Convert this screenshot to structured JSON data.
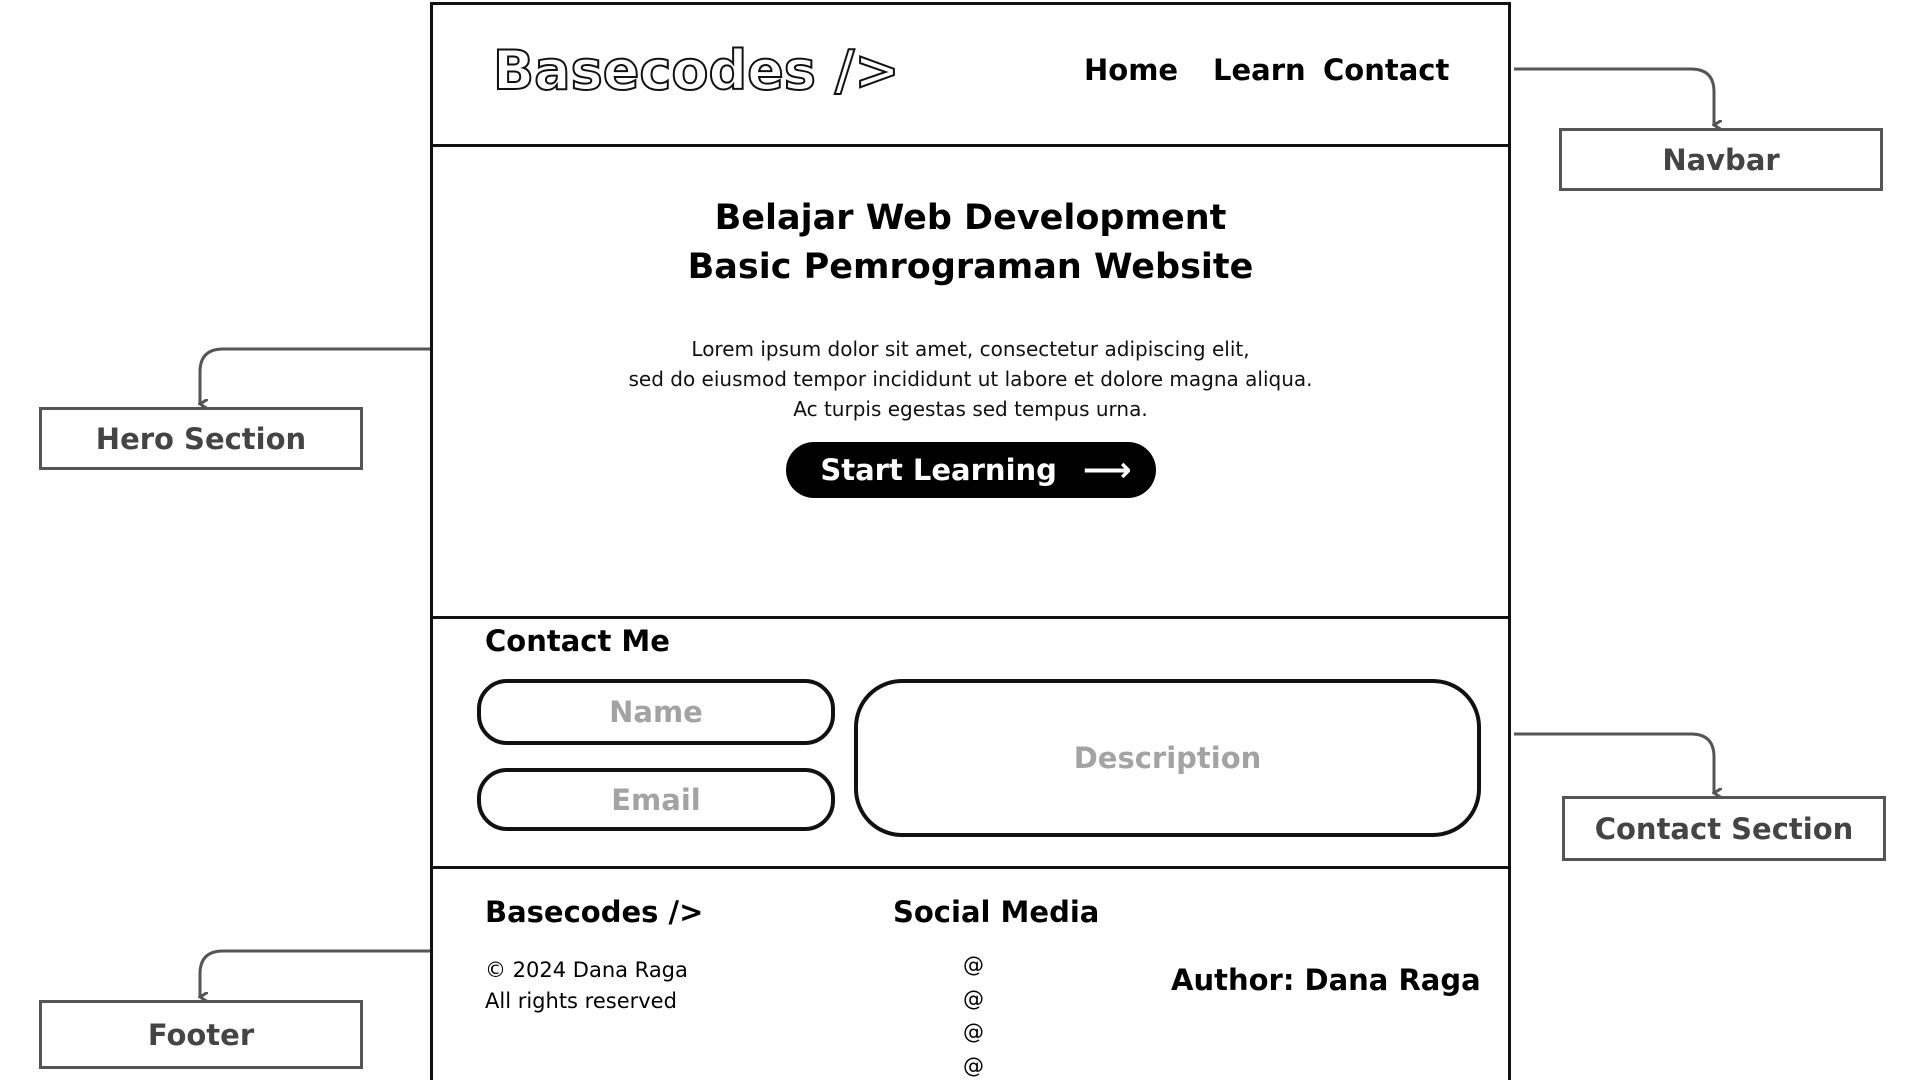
{
  "wireframe": {
    "navbar": {
      "logo": "Basecodes />",
      "links": [
        "Home",
        "Learn",
        "Contact"
      ]
    },
    "hero": {
      "title_line1": "Belajar Web Development",
      "title_line2": "Basic Pemrograman Website",
      "text_line1": "Lorem ipsum dolor sit amet, consectetur adipiscing elit,",
      "text_line2": "sed do eiusmod tempor incididunt ut labore et dolore magna aliqua.",
      "text_line3": "Ac turpis egestas sed tempus urna.",
      "cta_label": "Start Learning",
      "cta_icon": "arrow-right-icon"
    },
    "contact": {
      "title": "Contact Me",
      "name_placeholder": "Name",
      "email_placeholder": "Email",
      "description_placeholder": "Description"
    },
    "footer": {
      "brand": "Basecodes />",
      "copyright": "© 2024 Dana Raga",
      "rights": "All rights reserved",
      "social_title": "Social Media",
      "social_items": [
        "@",
        "@",
        "@",
        "@"
      ],
      "author": "Author: Dana Raga"
    }
  },
  "annotations": {
    "navbar": "Navbar",
    "hero": "Hero Section",
    "contact": "Contact Section",
    "footer": "Footer"
  },
  "colors": {
    "frame": "#111111",
    "annotation": "#555555",
    "placeholder": "#a3a3a3",
    "button": "#000000"
  }
}
